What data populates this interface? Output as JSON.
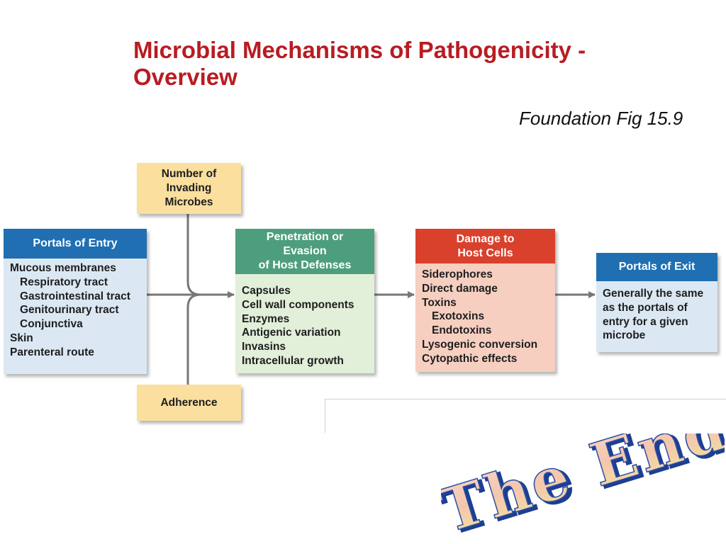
{
  "slide": {
    "title": "Microbial Mechanisms of Pathogenicity - Overview",
    "subtitle": "Foundation Fig 15.9"
  },
  "diagram": {
    "top_factor": "Number of Invading Microbes",
    "bottom_factor": "Adherence",
    "portals_entry": {
      "header": "Portals of Entry",
      "items": [
        "Mucous membranes",
        "Respiratory tract",
        "Gastrointestinal tract",
        "Genitourinary tract",
        "Conjunctiva",
        "Skin",
        "Parenteral route"
      ]
    },
    "penetration": {
      "header_lines": [
        "Penetration or",
        "Evasion",
        "of Host Defenses"
      ],
      "items": [
        "Capsules",
        "Cell wall components",
        "Enzymes",
        "Antigenic variation",
        "Invasins",
        "Intracellular growth"
      ]
    },
    "damage": {
      "header_lines": [
        "Damage to",
        "Host Cells"
      ],
      "items": [
        "Siderophores",
        "Direct damage",
        "Toxins",
        "Exotoxins",
        "Endotoxins",
        "Lysogenic conversion",
        "Cytopathic effects"
      ]
    },
    "portals_exit": {
      "header": "Portals of Exit",
      "items": [
        "Generally the same",
        "as the portals of",
        "entry for a given",
        "microbe"
      ]
    },
    "colors": {
      "blue_header": "#1f6fb2",
      "blue_body": "#dbe8f4",
      "green_header": "#4d9e7c",
      "green_body": "#e2efd9",
      "red_header": "#d9412d",
      "red_body": "#f6cfc0",
      "yellow": "#fbdf9e",
      "connector": "#777777"
    }
  },
  "closing": {
    "text": "The End"
  }
}
